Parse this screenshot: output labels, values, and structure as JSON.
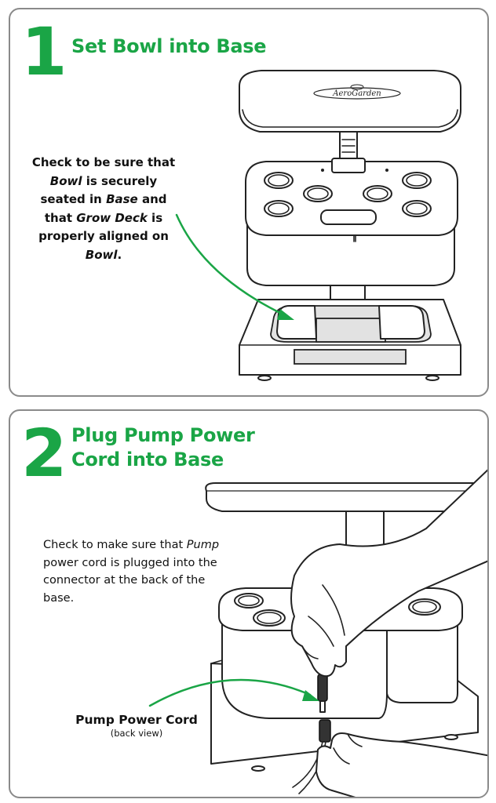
{
  "step1": {
    "number": "1",
    "title": "Set Bowl into Base",
    "note": {
      "p1": "Check to be sure that ",
      "bowl": "Bowl",
      "p2": " is securely seated in ",
      "base": "Base",
      "p3": " and that ",
      "grow_deck": "Grow Deck",
      "p4": " is properly aligned on ",
      "bowl2": "Bowl",
      "p5": "."
    },
    "logo_text": "AeroGarden"
  },
  "step2": {
    "number": "2",
    "title_line1": "Plug Pump Power",
    "title_line2": "Cord into Base",
    "note": {
      "p1": "Check to make sure that ",
      "pump": "Pump",
      "p2": " power cord is plugged into the connector at the back of the base."
    },
    "cord_label": "Pump Power Cord",
    "cord_sublabel": "(back view)"
  },
  "colors": {
    "accent": "#1aa546",
    "border": "#8a8a8a",
    "text": "#111111"
  }
}
